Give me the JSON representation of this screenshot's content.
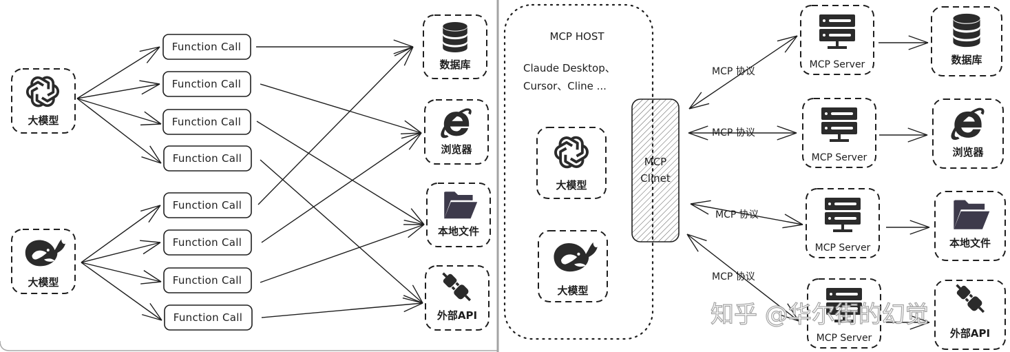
{
  "left_panel": {
    "models": [
      {
        "id": "openai",
        "icon": "openai-logo-icon",
        "label": "大模型"
      },
      {
        "id": "deepseek",
        "icon": "deepseek-whale-icon",
        "label": "大模型"
      }
    ],
    "function_calls": [
      {
        "label": "Function Call"
      },
      {
        "label": "Function Call"
      },
      {
        "label": "Function Call"
      },
      {
        "label": "Function Call"
      },
      {
        "label": "Function Call"
      },
      {
        "label": "Function Call"
      },
      {
        "label": "Function Call"
      },
      {
        "label": "Function Call"
      }
    ],
    "resources": [
      {
        "id": "database",
        "icon": "database-icon",
        "label": "数据库"
      },
      {
        "id": "browser",
        "icon": "browser-ie-icon",
        "label": "浏览器"
      },
      {
        "id": "files",
        "icon": "folder-icon",
        "label": "本地文件"
      },
      {
        "id": "api",
        "icon": "plug-icon",
        "label": "外部API"
      }
    ],
    "edges_model_to_fc": [
      [
        0,
        0
      ],
      [
        0,
        1
      ],
      [
        0,
        2
      ],
      [
        0,
        3
      ],
      [
        1,
        4
      ],
      [
        1,
        5
      ],
      [
        1,
        6
      ],
      [
        1,
        7
      ]
    ],
    "edges_fc_to_resource": [
      [
        0,
        0
      ],
      [
        1,
        1
      ],
      [
        2,
        2
      ],
      [
        3,
        3
      ],
      [
        4,
        0
      ],
      [
        5,
        1
      ],
      [
        6,
        2
      ],
      [
        7,
        3
      ]
    ]
  },
  "right_panel": {
    "host": {
      "title": "MCP HOST",
      "line1": "Claude Desktop、",
      "line2": "Cursor、Cline ...",
      "models": [
        {
          "icon": "openai-logo-icon",
          "label": "大模型"
        },
        {
          "icon": "deepseek-whale-icon",
          "label": "大模型"
        }
      ]
    },
    "client": {
      "line1": "MCP",
      "line2": "Clinet"
    },
    "protocol_label": "MCP 协议",
    "servers": [
      {
        "label": "MCP Server",
        "resource": {
          "icon": "database-icon",
          "label": "数据库"
        }
      },
      {
        "label": "MCP Server",
        "resource": {
          "icon": "browser-ie-icon",
          "label": "浏览器"
        }
      },
      {
        "label": "MCP Server",
        "resource": {
          "icon": "folder-icon",
          "label": "本地文件"
        }
      },
      {
        "label": "MCP Server",
        "resource": {
          "icon": "plug-icon",
          "label": "外部API"
        }
      }
    ]
  },
  "watermark": "知乎 @华尔街的幻觉",
  "colors": {
    "ink": "#1e1e1e",
    "icon_dark": "#2b2b2b",
    "folder": "#3d3a4b",
    "divider": "#9a9a9a"
  }
}
